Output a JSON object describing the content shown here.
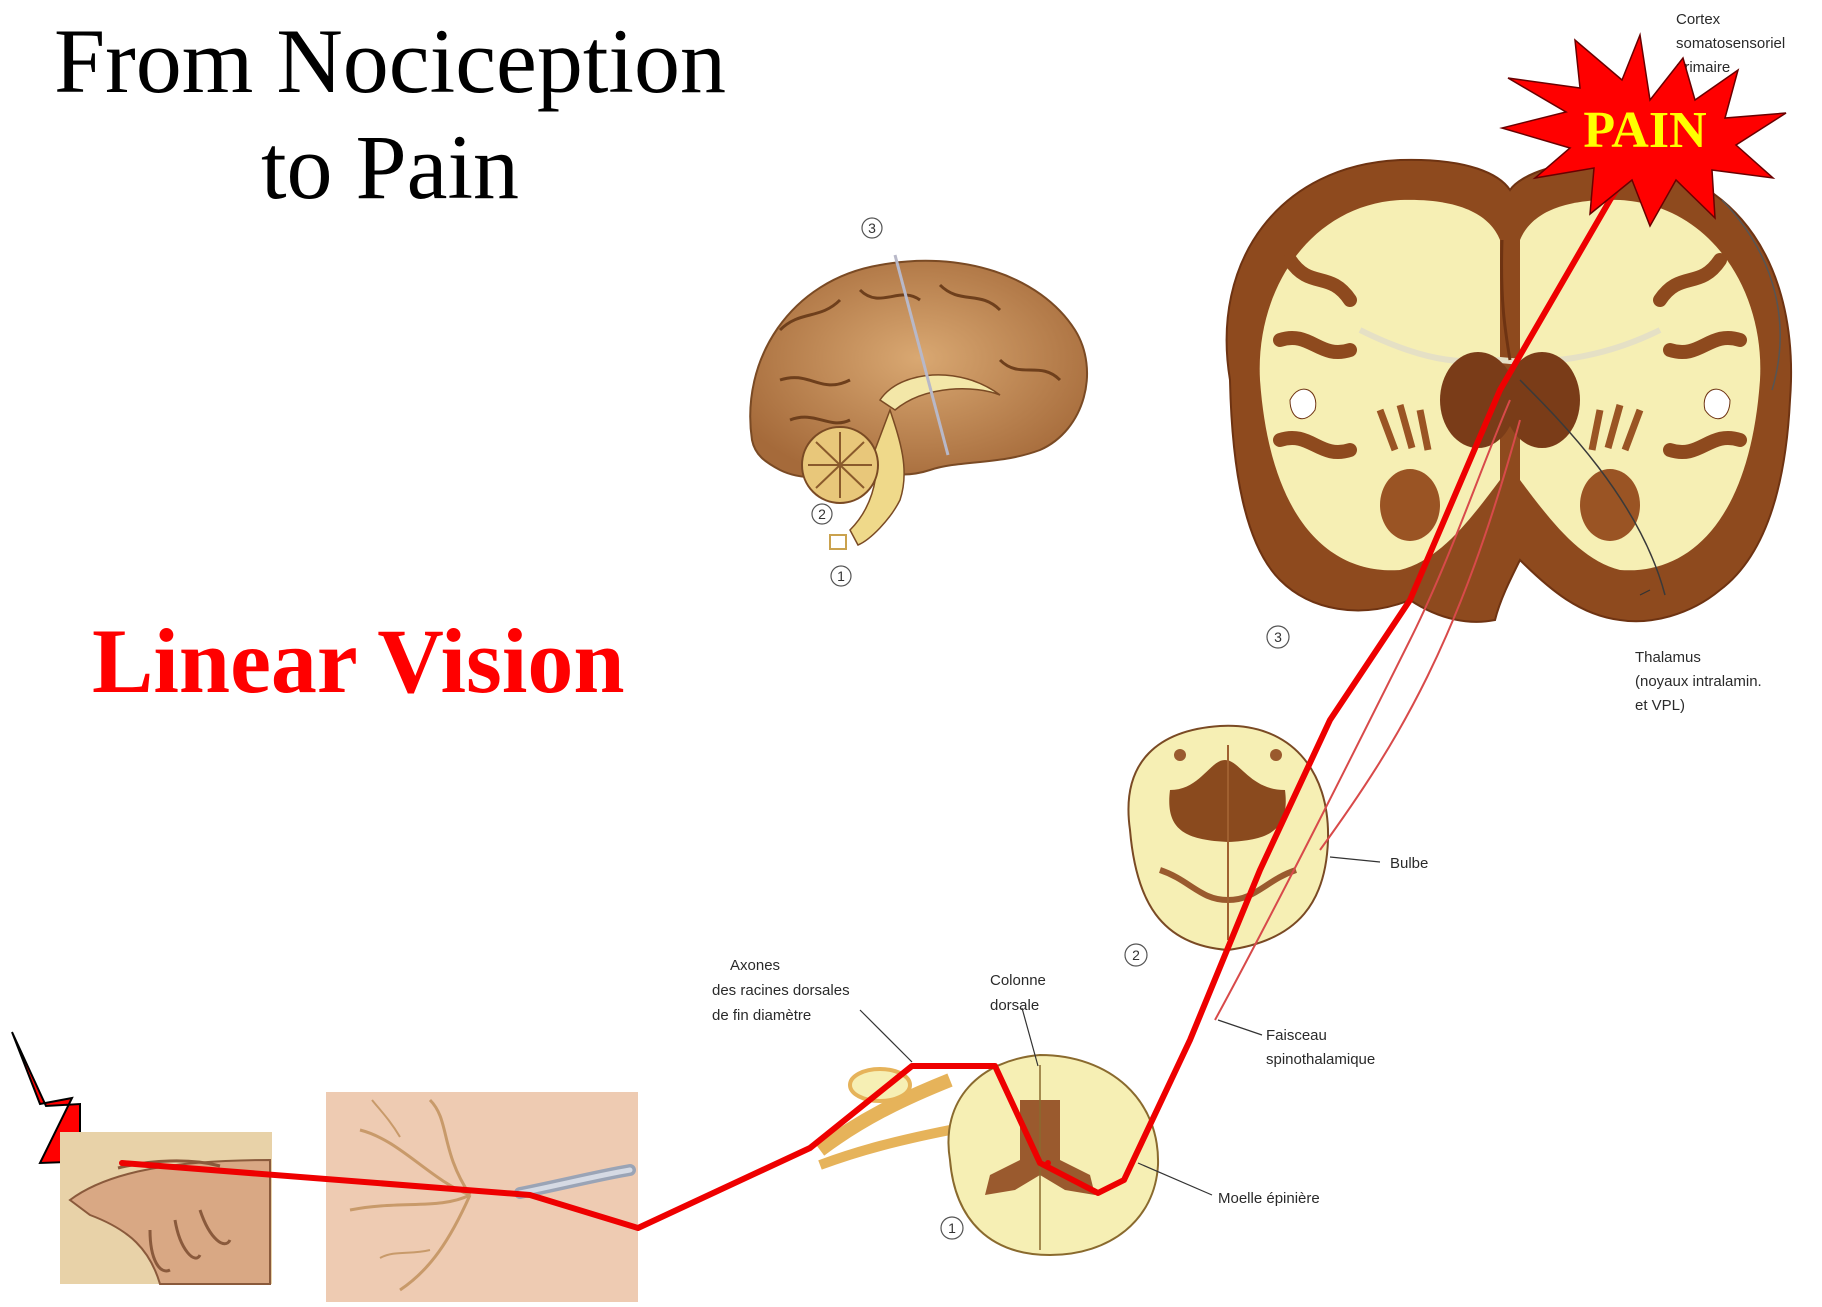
{
  "title": {
    "line1": "From Nociception",
    "line2": "to Pain"
  },
  "subtitle": "Linear Vision",
  "burst_label": "PAIN",
  "labels": {
    "cortex": [
      "Cortex",
      "somatosensoriel",
      "primaire"
    ],
    "thalamus": [
      "Thalamus",
      "(noyaux intralamin.",
      "et VPL)"
    ],
    "bulbe": "Bulbe",
    "faisceau": [
      "Faisceau",
      "spinothalamique"
    ],
    "moelle": "Moelle épinière",
    "axones": [
      "Axones",
      "des racines dorsales",
      "de fin diamètre"
    ],
    "colonne": [
      "Colonne",
      "dorsale"
    ]
  },
  "section_markers": {
    "one": "1",
    "two": "2",
    "three": "3"
  },
  "colors": {
    "pathway": "#ee0000",
    "burst": "#ff0000",
    "burst_text": "#ffff00",
    "tissue_light": "#f6efb4",
    "tissue_dark": "#8c4a1e",
    "skin": "#e9c9a8"
  }
}
